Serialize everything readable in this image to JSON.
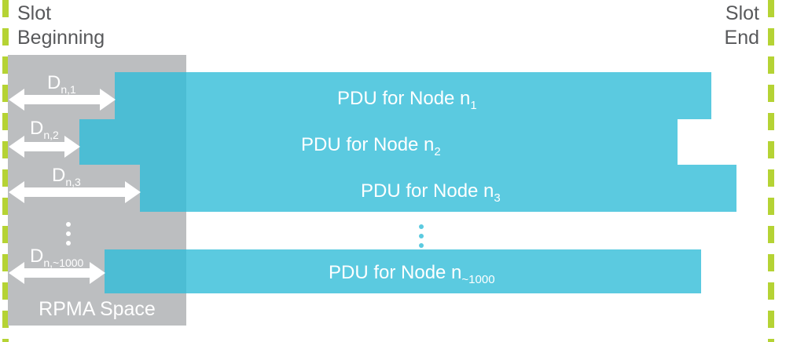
{
  "diagram": {
    "slot_begin_label": "Slot\nBeginning",
    "slot_end_label": "Slot\nEnd",
    "rpma_space_label": "RPMA Space",
    "colors": {
      "slot_boundary_green": "#b5d334",
      "rpma_gray": "#bcbec0",
      "pdu_blue": "#5bcae0",
      "pdu_blue_overlap": "#4cbdd4",
      "label_gray": "#58595b",
      "text_white": "#ffffff",
      "background": "#ffffff"
    },
    "delays": [
      {
        "base": "D",
        "sub": "n,1"
      },
      {
        "base": "D",
        "sub": "n,2"
      },
      {
        "base": "D",
        "sub": "n,3"
      },
      {
        "base": "D",
        "sub": "n,~1000"
      }
    ],
    "pdus": [
      {
        "text": "PDU for Node n",
        "sub": "1"
      },
      {
        "text": "PDU for Node n",
        "sub": "2"
      },
      {
        "text": "PDU for Node n",
        "sub": "3"
      },
      {
        "text": "PDU for Node n",
        "sub": "~1000"
      }
    ],
    "ellipsis_glyph": "⋮"
  }
}
